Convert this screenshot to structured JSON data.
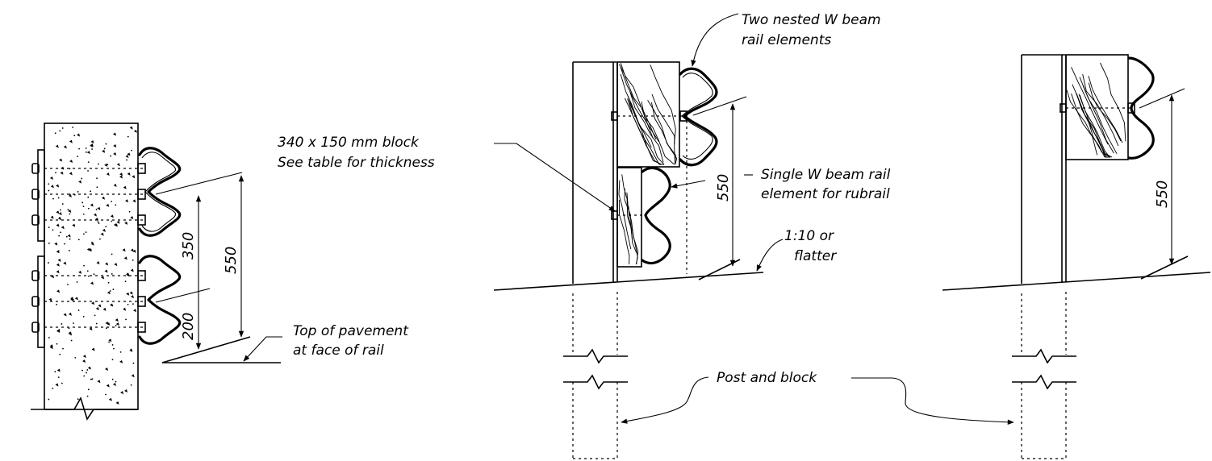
{
  "labels": {
    "nested_line1": "Two nested W beam",
    "nested_line2": "rail elements",
    "block_line1": "340 x 150 mm block",
    "block_line2": "See table for thickness",
    "single_line1": "Single W beam rail",
    "single_line2": "element for rubrail",
    "slope_line1": "1:10 or",
    "slope_line2": "flatter",
    "pavement_line1": "Top of pavement",
    "pavement_line2": "at face of rail",
    "post_block": "Post and block"
  },
  "dimensions": {
    "left_350": "350",
    "left_550": "550",
    "left_200": "200",
    "middle_550": "550",
    "right_550": "550"
  }
}
